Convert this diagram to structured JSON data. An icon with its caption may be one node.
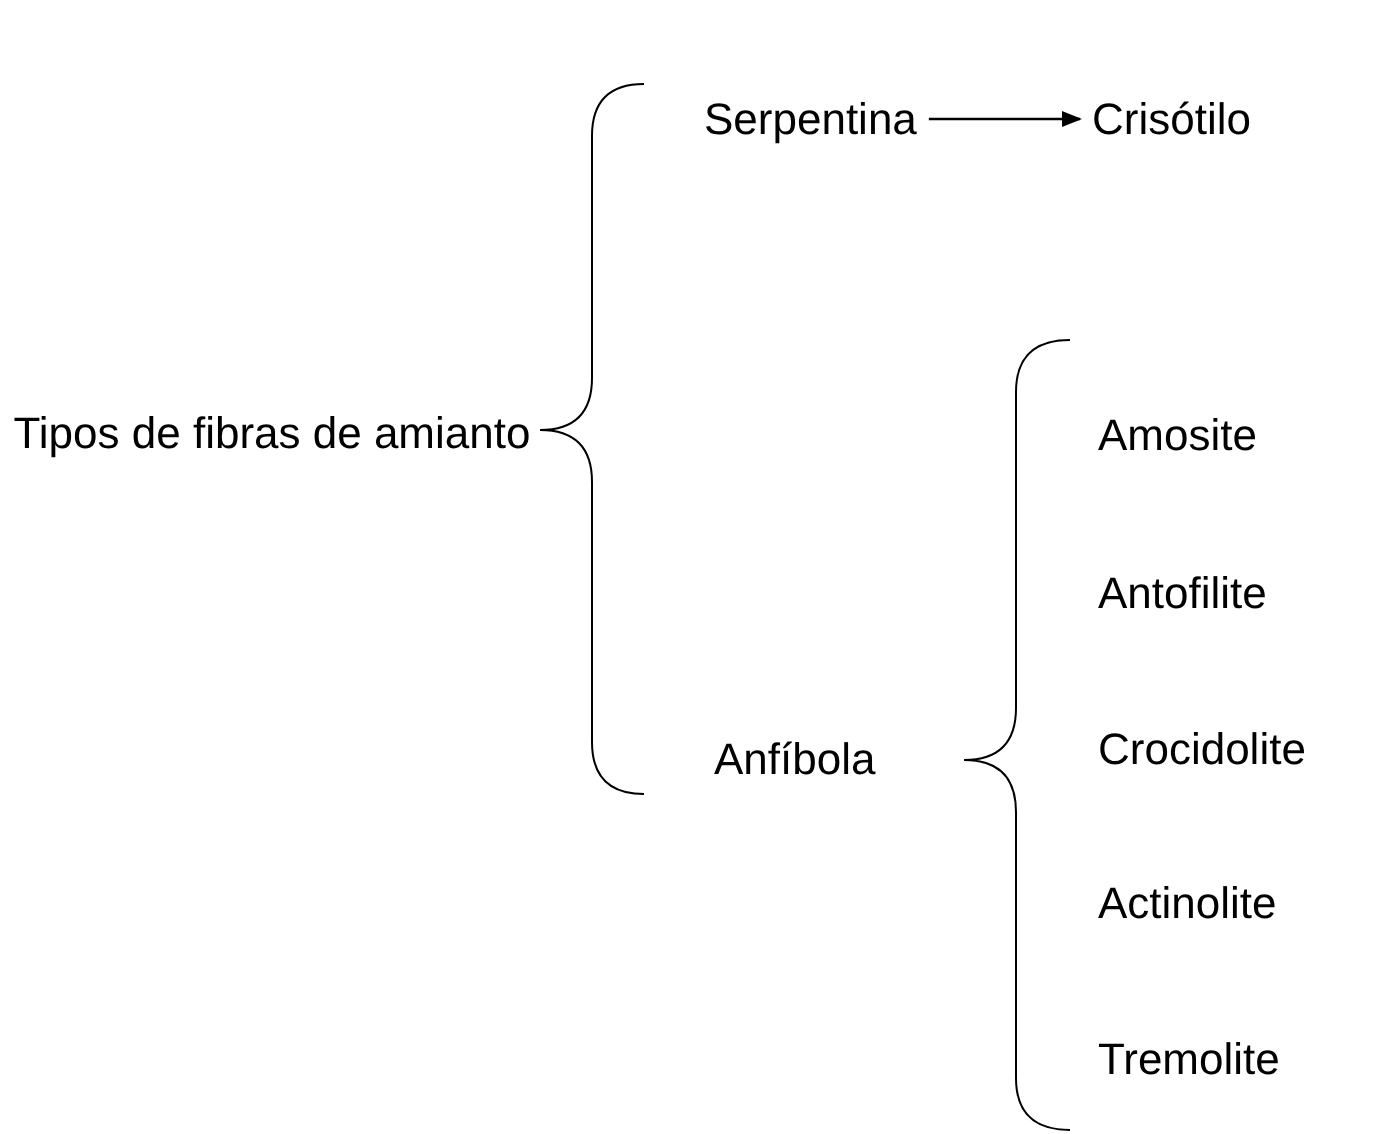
{
  "diagram": {
    "nodes": [
      {
        "text": [
          "Tipos de fibras de amianto"
        ]
      },
      {
        "text": [
          "Serpentina"
        ]
      },
      {
        "text": [
          "Crisótilo"
        ]
      },
      {
        "text": [
          "Anfíbola"
        ]
      },
      {
        "text": [
          "Amosite"
        ]
      },
      {
        "text": [
          "Antofilite"
        ]
      },
      {
        "text": [
          "Crocidolite"
        ]
      },
      {
        "text": [
          "Actinolite"
        ]
      },
      {
        "text": [
          "Tremolite"
        ]
      }
    ],
    "edges": [
      {
        "from": 1,
        "to": 2,
        "arrow": "to"
      }
    ]
  }
}
